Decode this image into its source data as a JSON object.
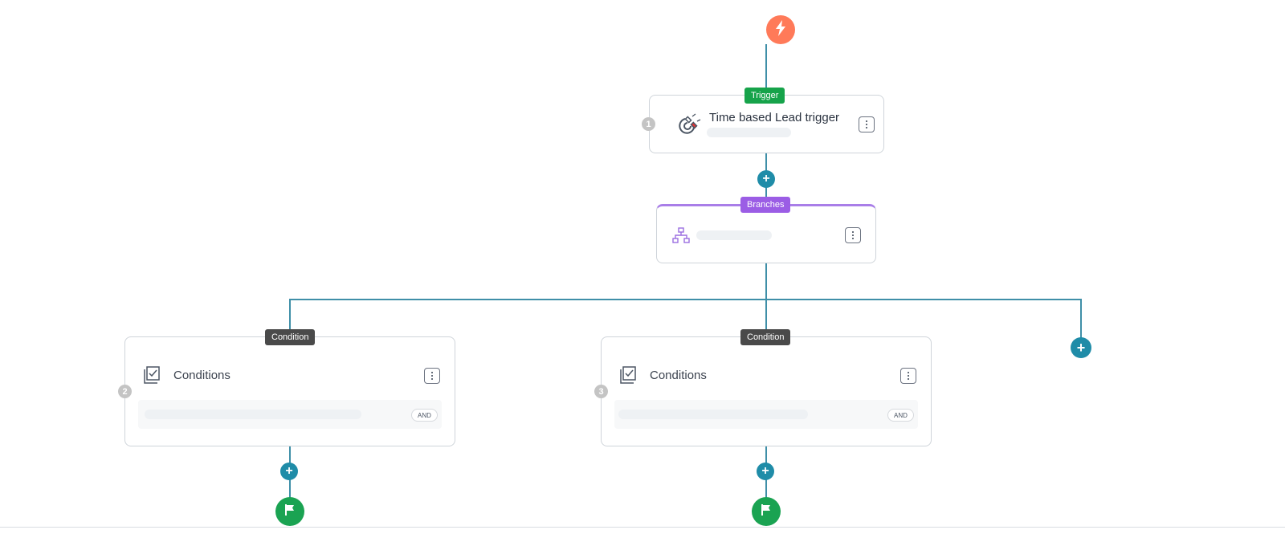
{
  "flow": {
    "trigger": {
      "tag": "Trigger",
      "step": "1",
      "title": "Time based Lead trigger"
    },
    "add_label": "+",
    "branches": {
      "tag": "Branches"
    },
    "conditions": [
      {
        "tag": "Condition",
        "step": "2",
        "title": "Conditions",
        "operator": "AND"
      },
      {
        "tag": "Condition",
        "step": "3",
        "title": "Conditions",
        "operator": "AND"
      }
    ]
  },
  "icons": {
    "start": "lightning-icon",
    "trigger": "magnet-icon",
    "branches": "sitemap-icon",
    "condition": "checklist-icon",
    "end": "flag-icon",
    "menu": "kebab-menu-icon"
  },
  "colors": {
    "start_node": "#ff7a59",
    "connector": "#3f8fa8",
    "add_button": "#1f8ca8",
    "trigger_tag": "#16a34a",
    "branches_tag": "#9b5de5",
    "condition_tag": "#4a4a4a",
    "end_node": "#1aa352"
  }
}
